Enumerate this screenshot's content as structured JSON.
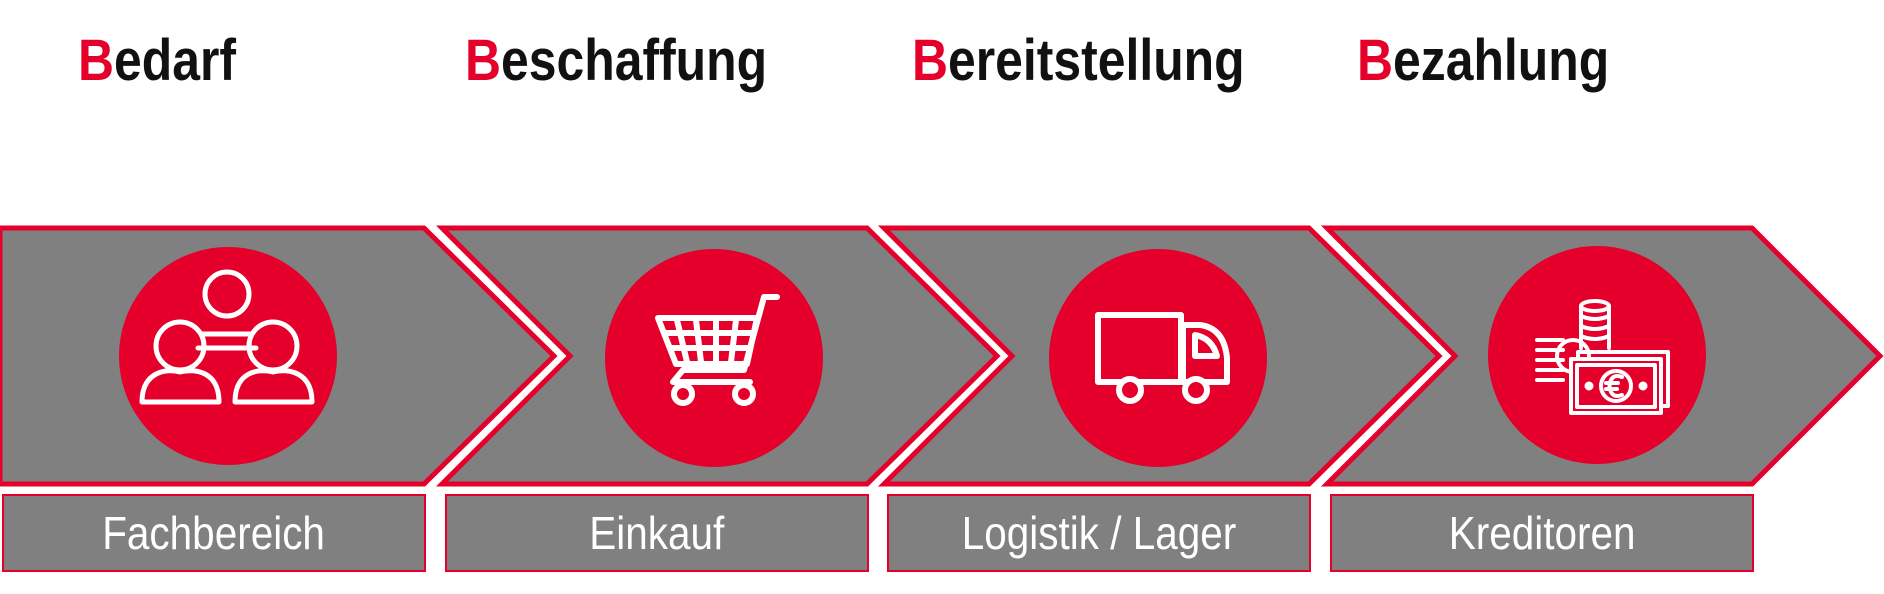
{
  "colors": {
    "accent": "#e4002b",
    "panel": "#808080",
    "heading_text": "#111111",
    "label_text": "#ffffff"
  },
  "phases": [
    {
      "heading_initial": "B",
      "heading_rest": "edarf",
      "icon": "people-group-icon",
      "department": "Fachbereich"
    },
    {
      "heading_initial": "B",
      "heading_rest": "eschaffung",
      "icon": "shopping-cart-icon",
      "department": "Einkauf"
    },
    {
      "heading_initial": "B",
      "heading_rest": "ereitstellung",
      "icon": "delivery-truck-icon",
      "department": "Logistik / Lager"
    },
    {
      "heading_initial": "B",
      "heading_rest": "ezahlung",
      "icon": "euro-money-icon",
      "department": "Kreditoren"
    }
  ]
}
